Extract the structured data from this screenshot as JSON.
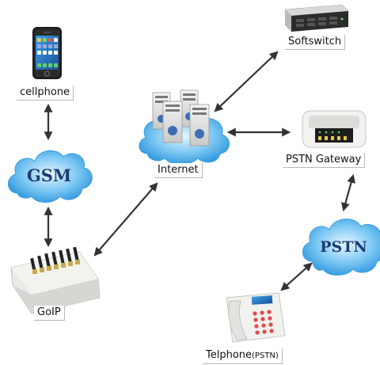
{
  "nodes": {
    "cellphone": {
      "label": "cellphone"
    },
    "gsm": {
      "label": "GSM"
    },
    "goip": {
      "label": "GoIP"
    },
    "internet": {
      "label": "Internet"
    },
    "softswitch": {
      "label": "Softswitch"
    },
    "pstn_gateway": {
      "label": "PSTN Gateway"
    },
    "pstn": {
      "label": "PSTN"
    },
    "telephone": {
      "label": "Telphone",
      "suffix": "(PSTN)"
    }
  },
  "links": [
    {
      "from": "cellphone",
      "to": "gsm"
    },
    {
      "from": "gsm",
      "to": "goip"
    },
    {
      "from": "goip",
      "to": "internet"
    },
    {
      "from": "internet",
      "to": "softswitch"
    },
    {
      "from": "internet",
      "to": "pstn_gateway"
    },
    {
      "from": "pstn_gateway",
      "to": "pstn"
    },
    {
      "from": "pstn",
      "to": "telephone"
    }
  ],
  "colors": {
    "cloud": "#2f9fe4",
    "cloud_light": "#d8f0ff",
    "cloud_text": "#1d3c73",
    "arrow": "#333333"
  }
}
